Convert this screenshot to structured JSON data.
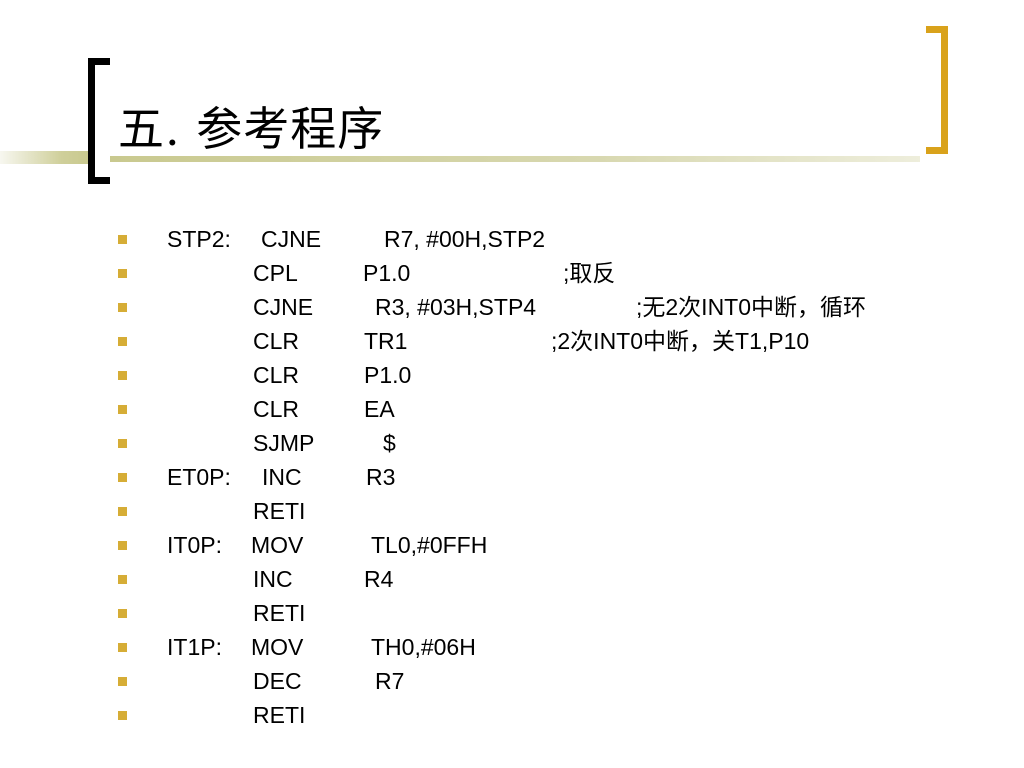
{
  "slide": {
    "title": "五. 参考程序"
  },
  "colors": {
    "bullet": "#d6ad36",
    "accent_bracket": "#d9a21b",
    "title_bar": "#cfcf9a"
  },
  "code_lines": [
    {
      "label": "STP2:",
      "op": "CJNE",
      "operands": "R7, #00H,STP2",
      "comment": ""
    },
    {
      "label": "",
      "op": "CPL",
      "operands": "P1.0",
      "comment": ";取反"
    },
    {
      "label": "",
      "op": "CJNE",
      "operands": "R3, #03H,STP4",
      "comment": ";无2次INT0中断，循环"
    },
    {
      "label": "",
      "op": "CLR",
      "operands": "TR1",
      "comment": ";2次INT0中断，关T1,P10"
    },
    {
      "label": "",
      "op": "CLR",
      "operands": "P1.0",
      "comment": ""
    },
    {
      "label": "",
      "op": "CLR",
      "operands": "EA",
      "comment": ""
    },
    {
      "label": "",
      "op": "SJMP",
      "operands": "$",
      "comment": ""
    },
    {
      "label": "ET0P:",
      "op": "INC",
      "operands": "R3",
      "comment": ""
    },
    {
      "label": "",
      "op": "RETI",
      "operands": "",
      "comment": ""
    },
    {
      "label": "IT0P:",
      "op": "MOV",
      "operands": "TL0,#0FFH",
      "comment": ""
    },
    {
      "label": "",
      "op": "INC",
      "operands": "R4",
      "comment": ""
    },
    {
      "label": "",
      "op": "RETI",
      "operands": "",
      "comment": ""
    },
    {
      "label": "IT1P:",
      "op": "MOV",
      "operands": "TH0,#06H",
      "comment": ""
    },
    {
      "label": "",
      "op": "DEC",
      "operands": "R7",
      "comment": ""
    },
    {
      "label": "",
      "op": "RETI",
      "operands": "",
      "comment": ""
    }
  ]
}
